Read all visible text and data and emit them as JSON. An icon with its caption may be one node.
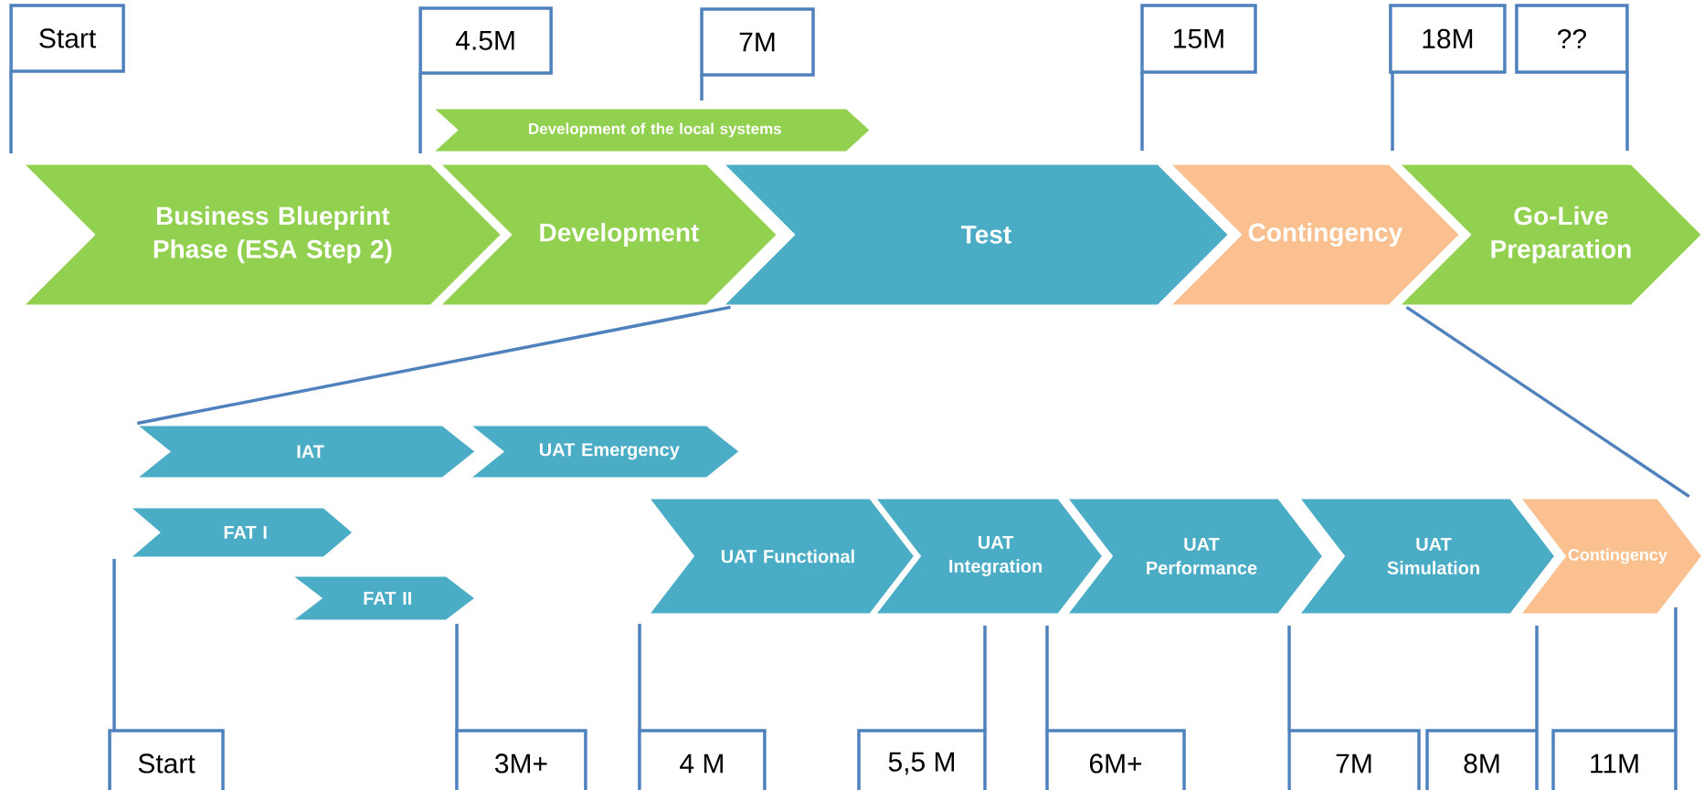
{
  "diagram": {
    "nodes": [
      {
        "text": [
          "Start"
        ]
      },
      {
        "text": [
          "4.5M"
        ]
      },
      {
        "text": [
          "7M"
        ]
      },
      {
        "text": [
          "15M"
        ]
      },
      {
        "text": [
          "18M"
        ]
      },
      {
        "text": [
          "??"
        ]
      },
      {
        "text": [
          "Development of the local systems"
        ]
      },
      {
        "text": [
          "Business Blueprint Phase (ESA Step 2)"
        ]
      },
      {
        "text": [
          "Development"
        ]
      },
      {
        "text": [
          "Test"
        ]
      },
      {
        "text": [
          "Contingency"
        ]
      },
      {
        "text": [
          "Go-Live Preparation"
        ]
      },
      {
        "text": [
          "IAT"
        ]
      },
      {
        "text": [
          "UAT Emergency"
        ]
      },
      {
        "text": [
          "FAT I"
        ]
      },
      {
        "text": [
          "FAT II"
        ]
      },
      {
        "text": [
          "UAT Functional"
        ]
      },
      {
        "text": [
          "UAT Integration"
        ]
      },
      {
        "text": [
          "UAT Performance"
        ]
      },
      {
        "text": [
          "UAT Simulation"
        ]
      },
      {
        "text": [
          "Contingency"
        ]
      },
      {
        "text": [
          "Start"
        ]
      },
      {
        "text": [
          "3M+"
        ]
      },
      {
        "text": [
          "4 M"
        ]
      },
      {
        "text": [
          "5,5 M"
        ]
      },
      {
        "text": [
          "6M+"
        ]
      },
      {
        "text": [
          "7M"
        ]
      },
      {
        "text": [
          "8M"
        ]
      },
      {
        "text": [
          "11M"
        ]
      }
    ],
    "edges": [
      {
        "from": 9,
        "to": 12,
        "arrow": "none"
      },
      {
        "from": 11,
        "to": 20,
        "arrow": "none"
      }
    ]
  }
}
